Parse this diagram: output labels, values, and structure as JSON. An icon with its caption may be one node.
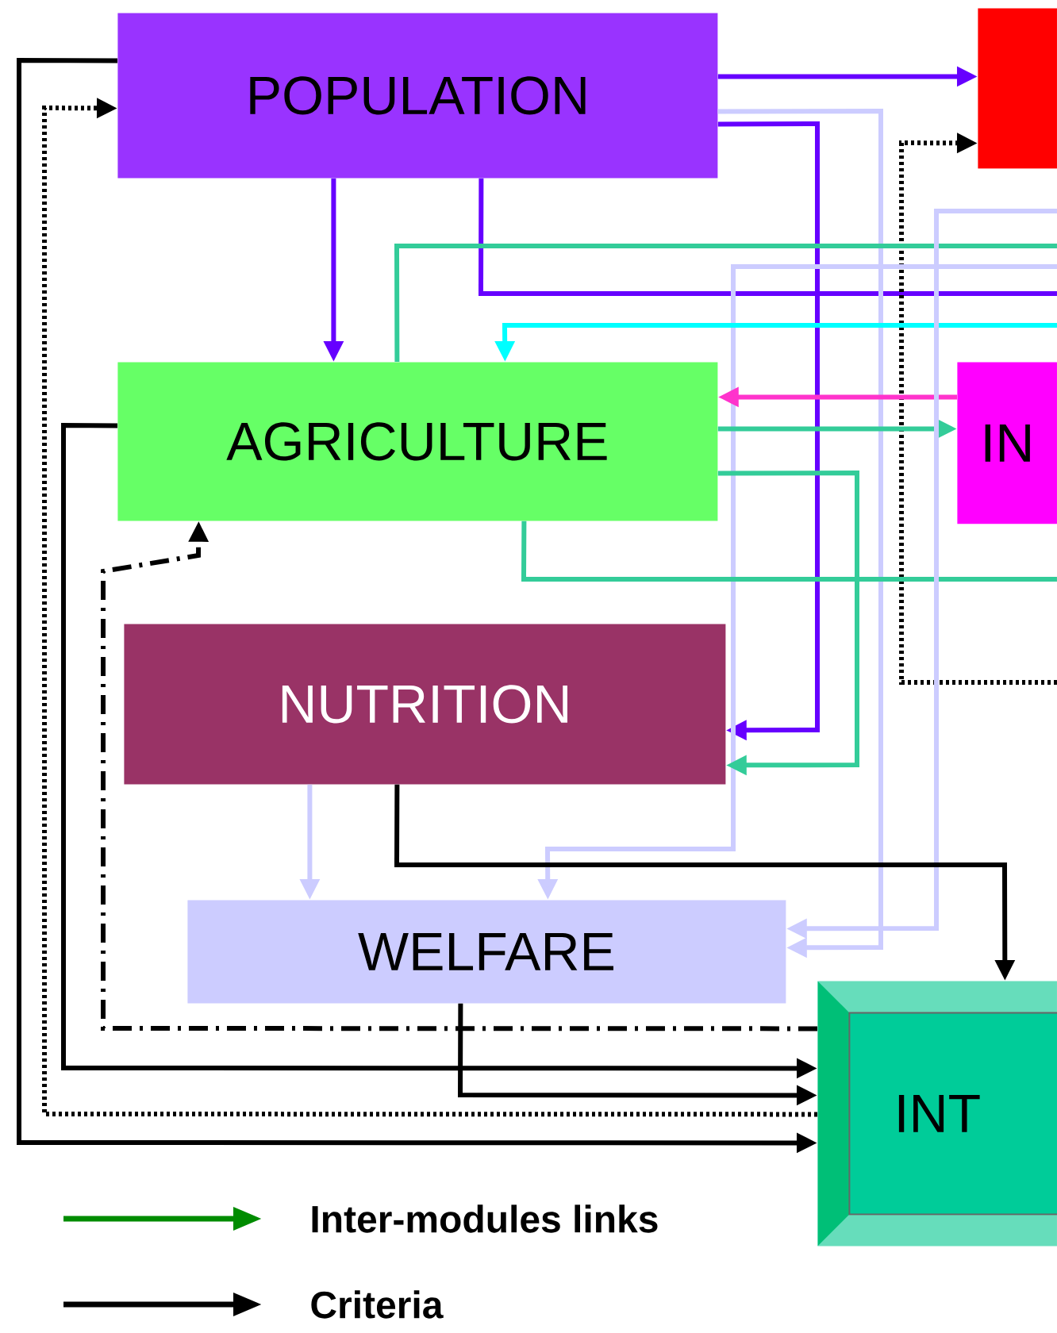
{
  "diagram": {
    "nodes": [
      {
        "text": [
          "POPULATION"
        ]
      },
      {
        "text": [],
        "shape": "box"
      },
      {
        "text": [
          "AGRICULTURE"
        ]
      },
      {
        "text": [
          "IN"
        ]
      },
      {
        "text": [
          "NUTRITION"
        ]
      },
      {
        "text": [
          "WELFARE"
        ]
      },
      {
        "text": [
          "INT"
        ]
      }
    ],
    "edges": [
      {
        "from": 0,
        "to": 1,
        "arrow": "to",
        "color": "#6600ff"
      },
      {
        "from": 0,
        "to": 2,
        "arrow": "to",
        "color": "#6600ff"
      },
      {
        "from": 0,
        "to": null,
        "arrow": "none",
        "color": "#6600ff"
      },
      {
        "from": 0,
        "to": 4,
        "arrow": "to",
        "color": "#6600ff"
      },
      {
        "from": 0,
        "to": 5,
        "arrow": "to",
        "color": "#ccccff"
      },
      {
        "from": null,
        "to": 1,
        "arrow": "to",
        "style": "dashed",
        "color": "#000000"
      },
      {
        "from": 2,
        "to": null,
        "arrow": "none",
        "color": "#33cc99"
      },
      {
        "from": null,
        "to": 5,
        "arrow": "to",
        "color": "#ccccff"
      },
      {
        "from": null,
        "to": 2,
        "arrow": "to",
        "color": "#00ffff"
      },
      {
        "from": 3,
        "to": 2,
        "arrow": "to",
        "color": "#ff33cc"
      },
      {
        "from": 2,
        "to": 3,
        "arrow": "to",
        "color": "#33cc99"
      },
      {
        "from": 2,
        "to": 4,
        "arrow": "to",
        "color": "#33cc99"
      },
      {
        "from": 2,
        "to": null,
        "arrow": "none",
        "color": "#33cc99"
      },
      {
        "from": null,
        "to": 5,
        "arrow": "to",
        "color": "#ccccff"
      },
      {
        "from": 4,
        "to": 5,
        "arrow": "to",
        "color": "#ccccff"
      },
      {
        "from": 4,
        "to": 6,
        "arrow": "to",
        "color": "#000000"
      },
      {
        "from": 5,
        "to": 6,
        "arrow": "to",
        "color": "#000000"
      },
      {
        "from": 0,
        "to": 6,
        "arrow": "to",
        "color": "#000000"
      },
      {
        "from": 6,
        "to": 0,
        "arrow": "to",
        "style": "dashed",
        "color": "#000000"
      },
      {
        "from": 2,
        "to": 6,
        "arrow": "to",
        "color": "#000000"
      },
      {
        "from": 6,
        "to": 2,
        "arrow": "to",
        "style": "dashed",
        "color": "#000000"
      }
    ],
    "legend": [
      {
        "text": "Inter-modules links"
      },
      {
        "text": "Criteria"
      }
    ]
  }
}
